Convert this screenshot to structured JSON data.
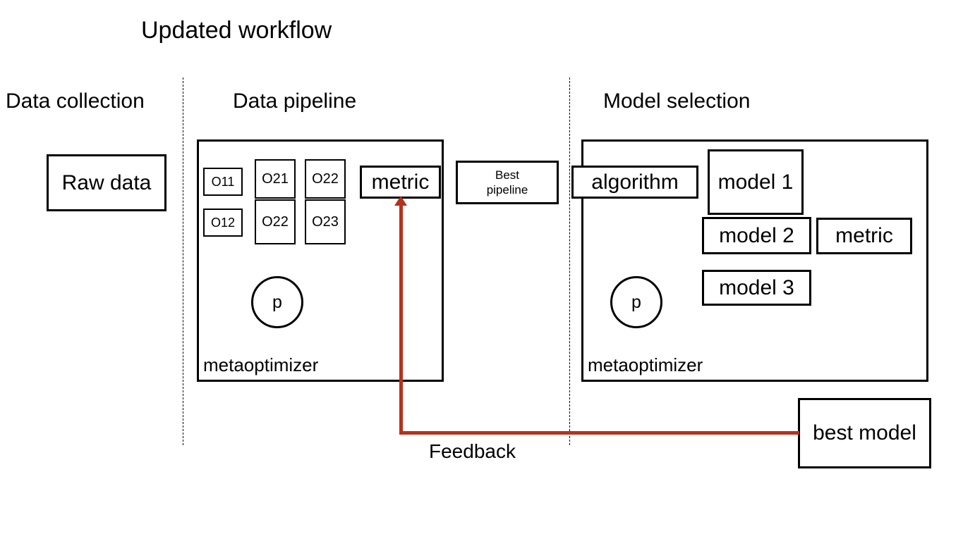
{
  "slide": {
    "title": "Updated workflow",
    "background": "#ffffff",
    "accent_color": "#b5321c",
    "line_color": "#000000"
  },
  "sections": {
    "data_collection": {
      "heading": "Data collection",
      "raw_data_box": "Raw data"
    },
    "data_pipeline": {
      "heading": "Data pipeline",
      "operator_columns": [
        {
          "items": [
            "O11",
            "O12"
          ]
        },
        {
          "items": [
            "O21",
            "O22"
          ]
        },
        {
          "items": [
            "O22",
            "O23"
          ]
        }
      ],
      "metric_box": "metric",
      "optimizer_symbol": "p",
      "metaoptimizer_label": "metaoptimizer",
      "best_pipeline_box": {
        "line1": "Best",
        "line2": "pipeline"
      }
    },
    "model_selection": {
      "heading": "Model selection",
      "algorithm_box": "algorithm",
      "models": [
        "model 1",
        "model 2",
        "model 3"
      ],
      "metric_box": "metric",
      "optimizer_symbol": "p",
      "metaoptimizer_label": "metaoptimizer",
      "best_model_box": "best model"
    }
  },
  "feedback": {
    "label": "Feedback",
    "color": "#b5321c"
  }
}
